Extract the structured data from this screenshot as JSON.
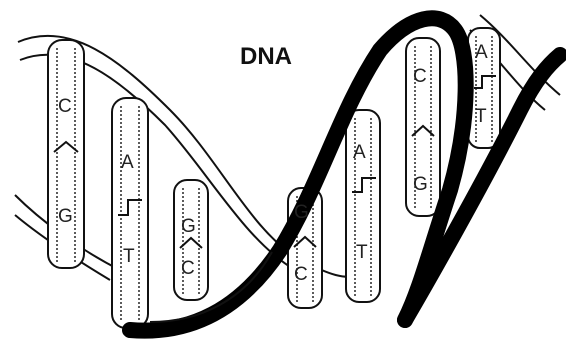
{
  "diagram": {
    "title": "DNA",
    "pairs": [
      {
        "top": "C",
        "bottom": "G",
        "join": "notch"
      },
      {
        "top": "A",
        "bottom": "T",
        "join": "step"
      },
      {
        "top": "G",
        "bottom": "C",
        "join": "notch"
      },
      {
        "top": "G",
        "bottom": "C",
        "join": "notch"
      },
      {
        "top": "A",
        "bottom": "T",
        "join": "step"
      },
      {
        "top": "C",
        "bottom": "G",
        "join": "notch"
      },
      {
        "top": "A",
        "bottom": "T",
        "join": "step"
      }
    ]
  }
}
